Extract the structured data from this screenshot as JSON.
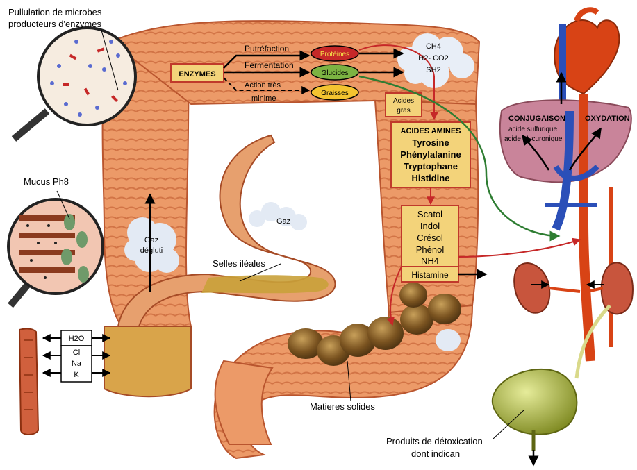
{
  "labels": {
    "pullulation_line1": "Pullulation de microbes",
    "pullulation_line2": "producteurs d'enzymes",
    "enzymes": "ENZYMES",
    "putrefaction": "Putréfaction",
    "fermentation": "Fermentation",
    "action_line1": "Action très",
    "action_line2": "minime",
    "proteines": "Protéines",
    "glucides": "Glucides",
    "graisses": "Graisses",
    "gas_line1": "CH4",
    "gas_line2": "H2- CO2",
    "gas_line3": "SH2",
    "acides_gras_line1": "Acides",
    "acides_gras_line2": "gras",
    "acides_amines": "ACIDES AMINES",
    "amine_1": "Tyrosine",
    "amine_2": "Phénylalanine",
    "amine_3": "Tryptophane",
    "amine_4": "Histidine",
    "tox_1": "Scatol",
    "tox_2": "Indol",
    "tox_3": "Crésol",
    "tox_4": "Phénol",
    "tox_5": "NH4",
    "histamine": "Histamine",
    "conjugaison": "CONJUGAISON",
    "oxydation": "OXYDATION",
    "acide_sulfurique": "acide sulfurique",
    "acide_glycuronique": "acide glycuronique",
    "mucus": "Mucus Ph8",
    "gaz": "Gaz",
    "gaz_degluti_line1": "Gaz",
    "gaz_degluti_line2": "dégluti",
    "selles_ileales": "Selles iléales",
    "h2o": "H2O",
    "cl": "Cl",
    "na": "Na",
    "k": "K",
    "matieres_solides": "Matieres solides",
    "produits_line1": "Produits de détoxication",
    "produits_line2": "dont indican"
  },
  "colors": {
    "colon": "#e8915e",
    "colon_dark": "#b9552e",
    "box_fill": "#f3d37a",
    "box_border": "#c0392b",
    "proteines": "#c62828",
    "glucides": "#7cb342",
    "graisses": "#f4c430",
    "liver": "#c9849a",
    "heart": "#d84315",
    "vein": "#2b4fb8",
    "kidney": "#c8553d",
    "bladder": "#9aa83a",
    "feces": "#6d4c1f",
    "green_arrow": "#2e7d32"
  }
}
